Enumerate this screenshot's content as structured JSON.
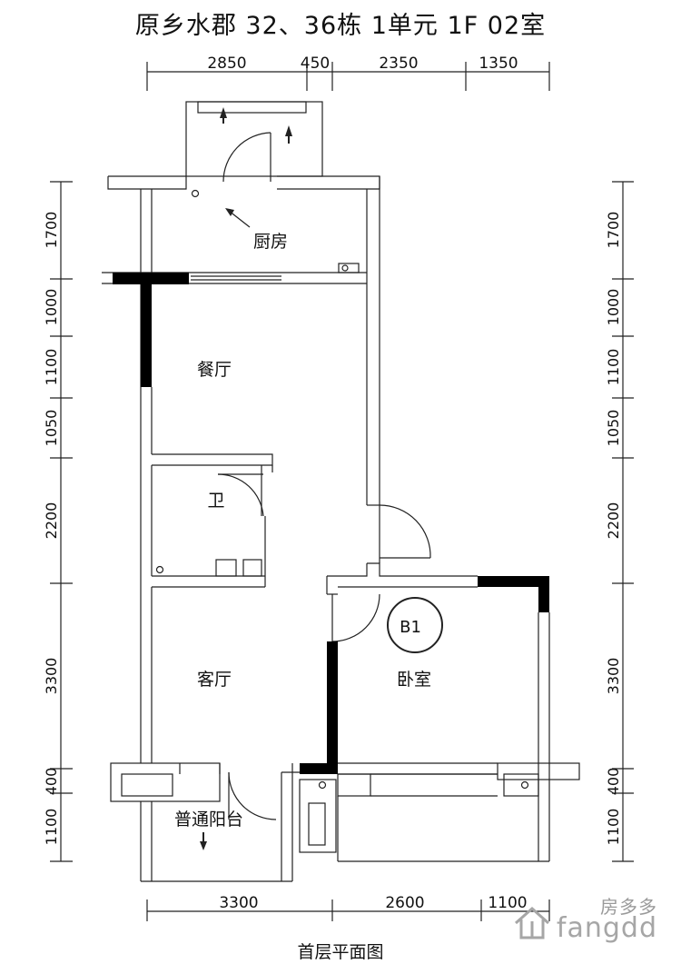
{
  "title": "原乡水郡 32、36栋 1单元 1F 02室",
  "caption": "首层平面图",
  "dimensions": {
    "top": [
      "2850",
      "450",
      "2350",
      "1350"
    ],
    "bottom": [
      "3300",
      "2600",
      "1100"
    ],
    "left": [
      "1700",
      "1000",
      "1100",
      "1050",
      "2200",
      "3300",
      "400",
      "1100"
    ],
    "right": [
      "1700",
      "1000",
      "1100",
      "1050",
      "2200",
      "3300",
      "400",
      "1100"
    ]
  },
  "rooms": {
    "kitchen": "厨房",
    "dining": "餐厅",
    "bath": "卫",
    "living": "客厅",
    "bedroom": "卧室",
    "balcony": "普通阳台"
  },
  "unit_tag": "B1",
  "watermark": {
    "cn": "房多多",
    "en": "fangdd"
  }
}
